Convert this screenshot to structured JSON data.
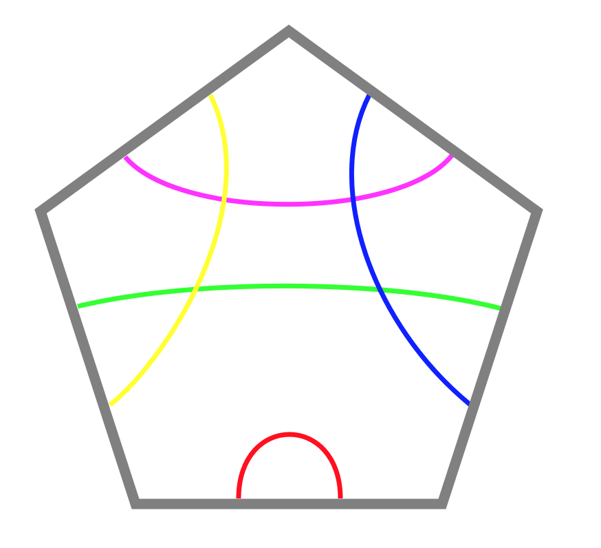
{
  "colors": {
    "background": "#ffffff",
    "pentagon": "#808080",
    "red": "#ff1020",
    "yellow": "#ffff33",
    "magenta": "#ff33ff",
    "green": "#33ff33",
    "blue": "#1020ff"
  },
  "shapes": {
    "pentagon": "pentagon-outline",
    "curves": [
      "red-curve",
      "yellow-curve",
      "magenta-curve",
      "green-curve",
      "blue-curve"
    ]
  }
}
